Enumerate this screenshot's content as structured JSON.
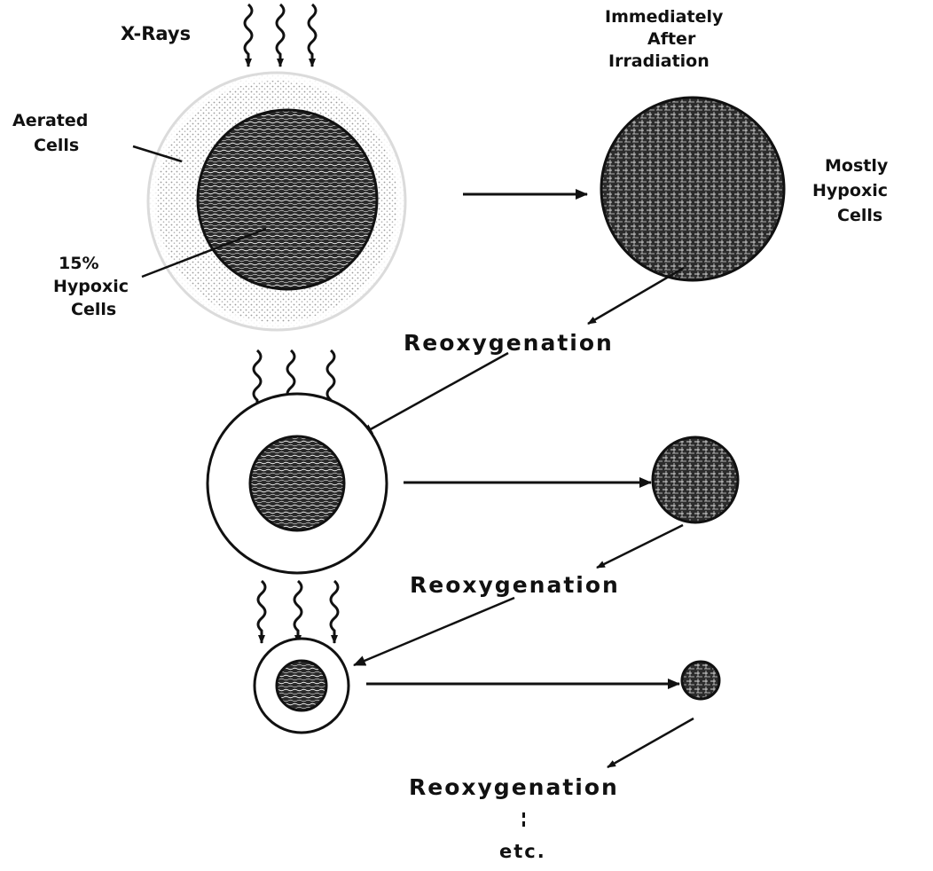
{
  "labels": {
    "xrays": "X-Rays",
    "aerated_line1": "Aerated",
    "aerated_line2": "Cells",
    "hypoxic_pct_line1": "15%",
    "hypoxic_pct_line2": "Hypoxic",
    "hypoxic_pct_line3": "Cells",
    "immediately_line1": "Immediately",
    "immediately_line2": "After",
    "immediately_line3": "Irradiation",
    "mostly_line1": "Mostly",
    "mostly_line2": "Hypoxic",
    "mostly_line3": "Cells",
    "reoxygenation_1": "Reoxygenation",
    "reoxygenation_2": "Reoxygenation",
    "reoxygenation_3": "Reoxygenation",
    "etc": "etc."
  },
  "colors": {
    "ink": "#111111",
    "stipple": "#b8b8b8",
    "core": "#222222",
    "background": "#ffffff"
  }
}
